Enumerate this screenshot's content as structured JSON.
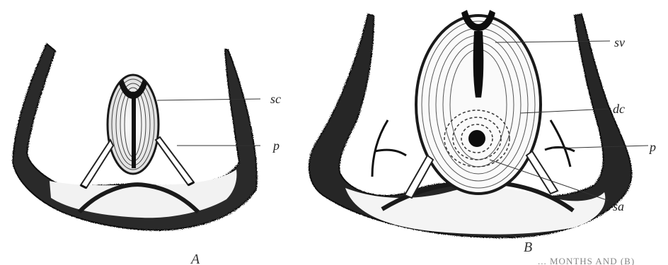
{
  "figure": {
    "panels": [
      {
        "id": "A",
        "caption": "A",
        "labels": [
          "sc",
          "p"
        ]
      },
      {
        "id": "B",
        "caption": "B",
        "labels": [
          "sv",
          "dc",
          "p",
          "sa"
        ]
      }
    ],
    "caption_fragment": "... MONTHS AND (B)"
  }
}
